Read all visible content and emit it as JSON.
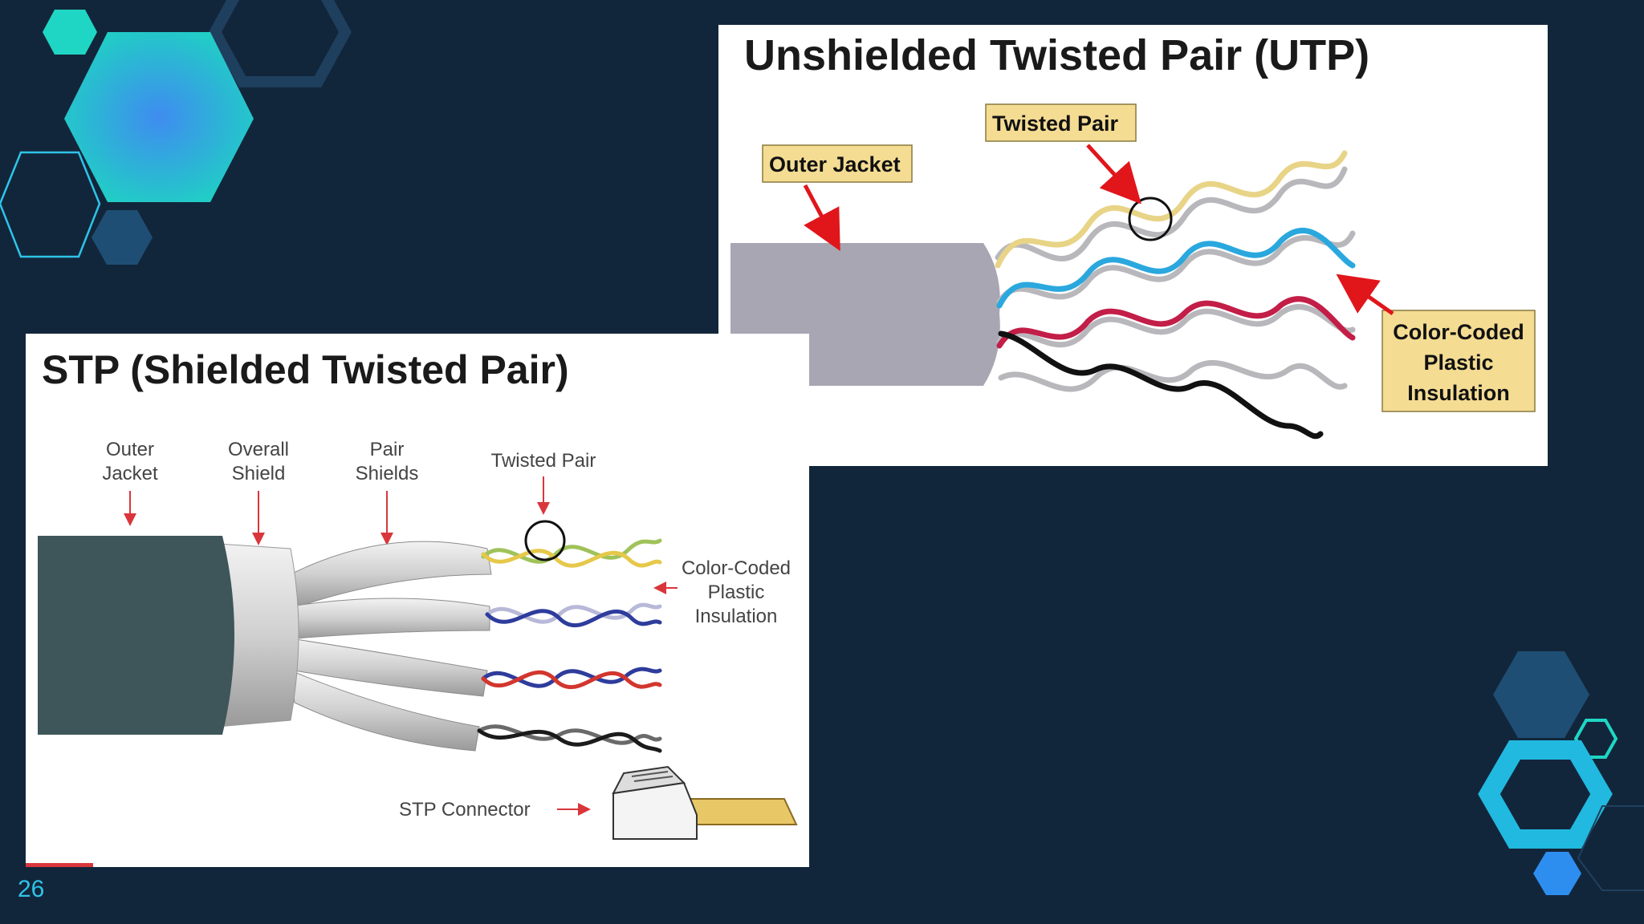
{
  "slide": {
    "page_number": "26",
    "colors": {
      "background": "#12263b",
      "accent_teal": "#1fd6c4",
      "accent_blue": "#2ec4e8",
      "hex_dark": "#1f4e74"
    }
  },
  "utp": {
    "title": "Unshielded Twisted Pair (UTP)",
    "labels": {
      "outer_jacket": "Outer Jacket",
      "twisted_pair": "Twisted Pair",
      "insulation_line1": "Color-Coded",
      "insulation_line2": "Plastic",
      "insulation_line3": "Insulation"
    },
    "wire_colors": [
      "#e8d486",
      "#2aa8de",
      "#c21e48",
      "#111111"
    ]
  },
  "stp": {
    "title": "STP (Shielded Twisted Pair)",
    "labels": {
      "outer_jacket_1": "Outer",
      "outer_jacket_2": "Jacket",
      "overall_shield_1": "Overall",
      "overall_shield_2": "Shield",
      "pair_shields_1": "Pair",
      "pair_shields_2": "Shields",
      "twisted_pair": "Twisted Pair",
      "insulation_line1": "Color-Coded",
      "insulation_line2": "Plastic",
      "insulation_line3": "Insulation",
      "connector": "STP Connector"
    },
    "wire_colors": [
      "#e6c84a",
      "#2e3c9c",
      "#d2362e",
      "#1b1b1b"
    ]
  }
}
